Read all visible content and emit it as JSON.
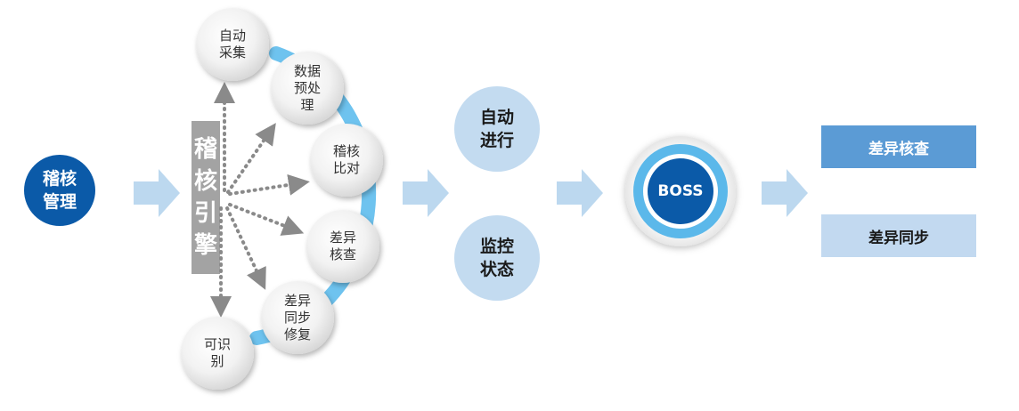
{
  "start_node": {
    "label": "稽核\n管理"
  },
  "engine": {
    "label": "稽\n核\n引\n擎"
  },
  "steps": [
    {
      "label": "自动\n采集"
    },
    {
      "label": "数据\n预处\n理"
    },
    {
      "label": "稽核\n比对"
    },
    {
      "label": "差异\n核查"
    },
    {
      "label": "差异\n同步\n修复"
    },
    {
      "label": "可识\n别"
    }
  ],
  "mid_nodes": [
    {
      "label": "自动\n进行"
    },
    {
      "label": "监控\n状态"
    }
  ],
  "boss": {
    "label": "BOSS"
  },
  "outputs": [
    {
      "label": "差异核查"
    },
    {
      "label": "差异同步"
    }
  ],
  "colors": {
    "dark_blue": "#0b5aa8",
    "light_blue": "#c3dbf0",
    "arc_blue": "#6ec3ef",
    "arrow_blue": "#bcd8ef",
    "engine_gray": "#a3a3a3",
    "bar_dark": "#5b9bd5",
    "bar_light": "#c2d9f0"
  }
}
